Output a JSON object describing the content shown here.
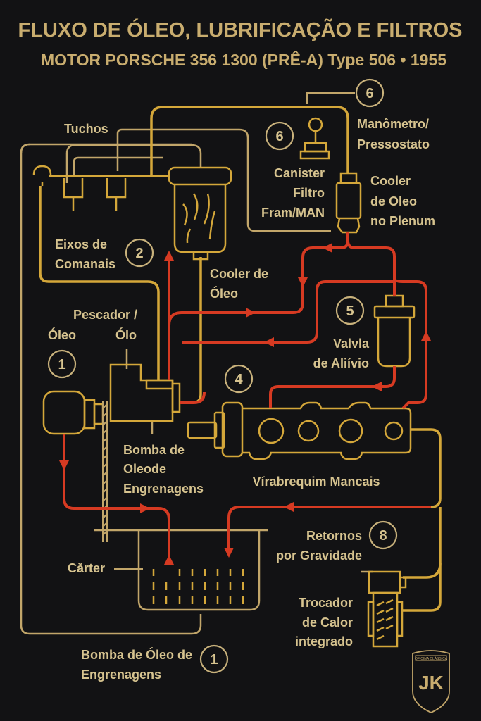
{
  "header": {
    "title": "FLUXO DE ÓLEO, LUBRIFICAÇÃO E FILTROS",
    "subtitle": "MOTOR PORSCHE 356 1300 (PRÊ-A) Type 506 •   1955"
  },
  "colors": {
    "background": "#121214",
    "pressure_line": "#d4a73a",
    "return_line": "#c2a66a",
    "oil_flow": "#d63a22",
    "text": "#d6c38f"
  },
  "labels": {
    "tuchos": "Tuchos",
    "manometro_1": "Manômetro/",
    "manometro_2": "Pressostato",
    "canister_1": "Canister",
    "canister_2": "Filtro",
    "canister_3": "Fram/MAN",
    "cooler_plenum_1": "Cooler",
    "cooler_plenum_2": "de Oleo",
    "cooler_plenum_3": "no Plenum",
    "eixos_1": "Eixos de",
    "eixos_2": "Comanais",
    "cooler_oleo_1": "Cooler de",
    "cooler_oleo_2": "Óleo",
    "pescador_1": "Pescador /",
    "pescador_2": "Ólo",
    "oleo": "Óleo",
    "valvula_1": "Valvla",
    "valvula_2": "de Aliívio",
    "bomba_1": "Bomba de",
    "bomba_2": "Oleode",
    "bomba_3": "Engrenagens",
    "virabrequim": "Vírabrequim Mancais",
    "retornos_1": "Retornos",
    "retornos_2": "por Gravidade",
    "carter": "Cărter",
    "trocador_1": "Trocador",
    "trocador_2": "de Calor",
    "trocador_3": "integrado",
    "bomba_footer_1": "Bomba de Óleo de",
    "bomba_footer_2": "Engrenagens"
  },
  "markers": {
    "m6_top": "6",
    "m6_mid": "6",
    "m2": "2",
    "m1_left": "1",
    "m5": "5",
    "m4": "4",
    "m8": "8",
    "m1_footer": "1"
  },
  "logo": {
    "initials": "JK",
    "banner": "OFICINA CLÁSSICA"
  }
}
